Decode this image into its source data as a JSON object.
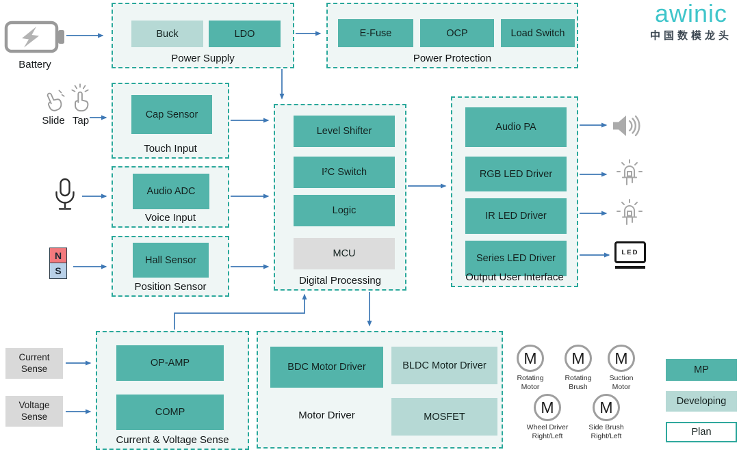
{
  "logo": {
    "brand": "awinic",
    "tagline": "中国数模龙头"
  },
  "titles": {
    "power_supply": "Power Supply",
    "power_protection": "Power Protection",
    "touch_input": "Touch Input",
    "voice_input": "Voice Input",
    "position_sensor": "Position Sensor",
    "digital_processing": "Digital Processing",
    "output_ui": "Output User Interface",
    "current_voltage": "Current & Voltage Sense",
    "motor_driver": "Motor Driver"
  },
  "blocks": {
    "buck": "Buck",
    "ldo": "LDO",
    "efuse": "E-Fuse",
    "ocp": "OCP",
    "load_switch": "Load Switch",
    "cap_sensor": "Cap Sensor",
    "audio_adc": "Audio ADC",
    "hall_sensor": "Hall Sensor",
    "level_shifter": "Level Shifter",
    "i2c_switch": "I²C Switch",
    "logic": "Logic",
    "mcu": "MCU",
    "audio_pa": "Audio PA",
    "rgb_led_driver": "RGB LED Driver",
    "ir_led_driver": "IR LED Driver",
    "series_led_driver": "Series LED Driver",
    "op_amp": "OP-AMP",
    "comp": "COMP",
    "bdc": "BDC Motor Driver",
    "bldc": "BLDC Motor Driver",
    "mosfet": "MOSFET"
  },
  "inputs": {
    "battery": "Battery",
    "slide": "Slide",
    "tap": "Tap",
    "magnet_n": "N",
    "magnet_s": "S",
    "current_sense": "Current\nSense",
    "voltage_sense": "Voltage\nSense"
  },
  "outputs": {
    "led_display": "LED"
  },
  "motor_symbol": "M",
  "motors": [
    {
      "label": "Rotating\nMotor"
    },
    {
      "label": "Rotating\nBrush"
    },
    {
      "label": "Suction\nMotor"
    },
    {
      "label": "Wheel Driver\nRight/Left"
    },
    {
      "label": "Side Brush\nRight/Left"
    }
  ],
  "legend": {
    "mp": "MP",
    "developing": "Developing",
    "plan": "Plan"
  },
  "colors": {
    "mp": "#53b4aa",
    "developing": "#b6d9d5",
    "mcu_gray": "#dcdcdc",
    "dashed_border": "#2aa89b",
    "arrow_blue": "#3e78b5",
    "logo_teal": "#3fc5ca",
    "magnet_n": "#f3797d",
    "magnet_s": "#b8d0e8",
    "label_gray": "#d9d9d9"
  }
}
